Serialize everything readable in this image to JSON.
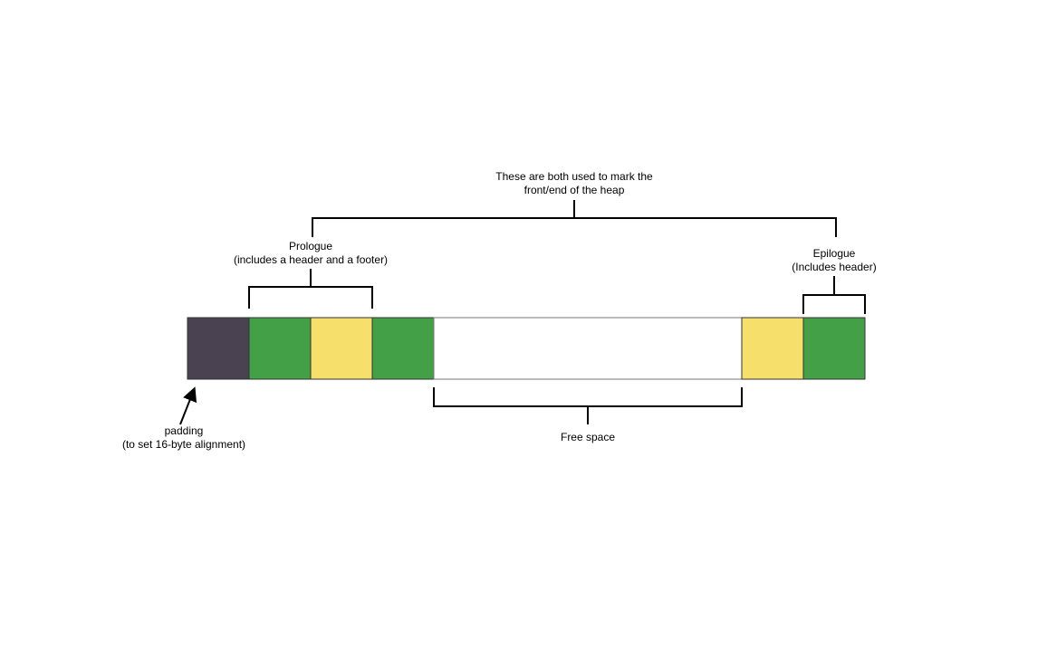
{
  "colors": {
    "padding": "#4a4250",
    "header_footer": "#43a047",
    "payload": "#f7df6b",
    "free": "#ffffff",
    "stroke": "#000000"
  },
  "blocks": [
    {
      "name": "padding-block",
      "kind": "padding",
      "color": "#4a4250"
    },
    {
      "name": "prologue-header-block",
      "kind": "header",
      "color": "#43a047"
    },
    {
      "name": "prologue-payload-block",
      "kind": "payload",
      "color": "#f7df6b"
    },
    {
      "name": "prologue-footer-block",
      "kind": "footer",
      "color": "#43a047"
    },
    {
      "name": "free-space-block",
      "kind": "free",
      "color": "#ffffff"
    },
    {
      "name": "epilogue-payload-block",
      "kind": "payload",
      "color": "#f7df6b"
    },
    {
      "name": "epilogue-header-block",
      "kind": "header",
      "color": "#43a047"
    }
  ],
  "labels": {
    "top": {
      "line1": "These are both used to mark the",
      "line2": "front/end of the heap"
    },
    "prologue": {
      "line1": "Prologue",
      "line2": "(includes a header and a footer)"
    },
    "epilogue": {
      "line1": "Epilogue",
      "line2": "(Includes header)"
    },
    "padding": {
      "line1": "padding",
      "line2": "(to set 16-byte alignment)"
    },
    "free_space": "Free space"
  }
}
